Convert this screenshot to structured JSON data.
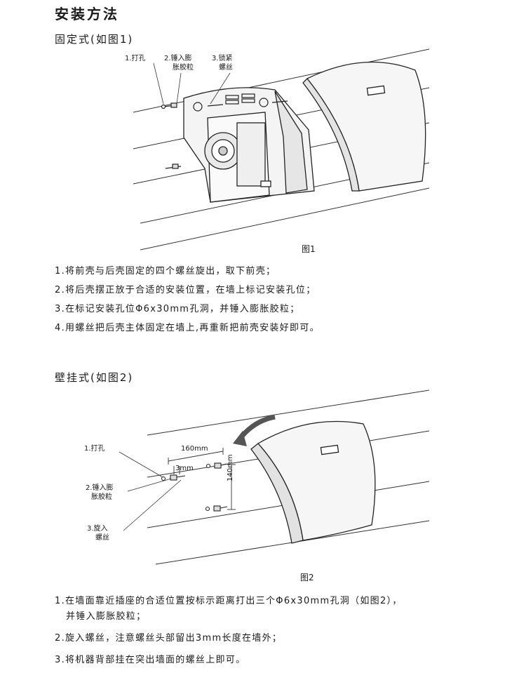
{
  "title": "安装方法",
  "section1": {
    "heading": "固定式(如图1)",
    "figure": {
      "callout_1": "1.打孔",
      "callout_2_line1": "2.锤入膨",
      "callout_2_line2": "胀胶粒",
      "callout_3_line1": "3.锁紧",
      "callout_3_line2": "螺丝",
      "caption": "图1"
    },
    "steps": [
      "1.将前壳与后壳固定的四个螺丝旋出，取下前壳；",
      "2.将后壳摆正放于合适的安装位置，在墙上标记安装孔位；",
      "3.在标记安装孔位Φ6x30mm孔洞，并锤入膨胀胶粒；",
      "4.用螺丝把后壳主体固定在墙上,再重新把前壳安装好即可。"
    ]
  },
  "section2": {
    "heading": "壁挂式(如图2)",
    "figure": {
      "callout_1": "1.打孔",
      "callout_2_line1": "2.锤入膨",
      "callout_2_line2": "胀胶粒",
      "callout_3_line1": "3.旋入",
      "callout_3_line2": "螺丝",
      "dim_horizontal": "160mm",
      "dim_small": "3mm",
      "dim_vertical": "140mm",
      "caption": "图2"
    },
    "steps": [
      "1.在墙面靠近插座的合适位置按标示距离打出三个Φ6x30mm孔洞（如图2），",
      "并锤入膨胀胶粒；",
      "2.旋入螺丝，注意螺丝头部留出3mm长度在墙外；",
      "3.将机器背部挂在突出墙面的螺丝上即可。"
    ]
  }
}
